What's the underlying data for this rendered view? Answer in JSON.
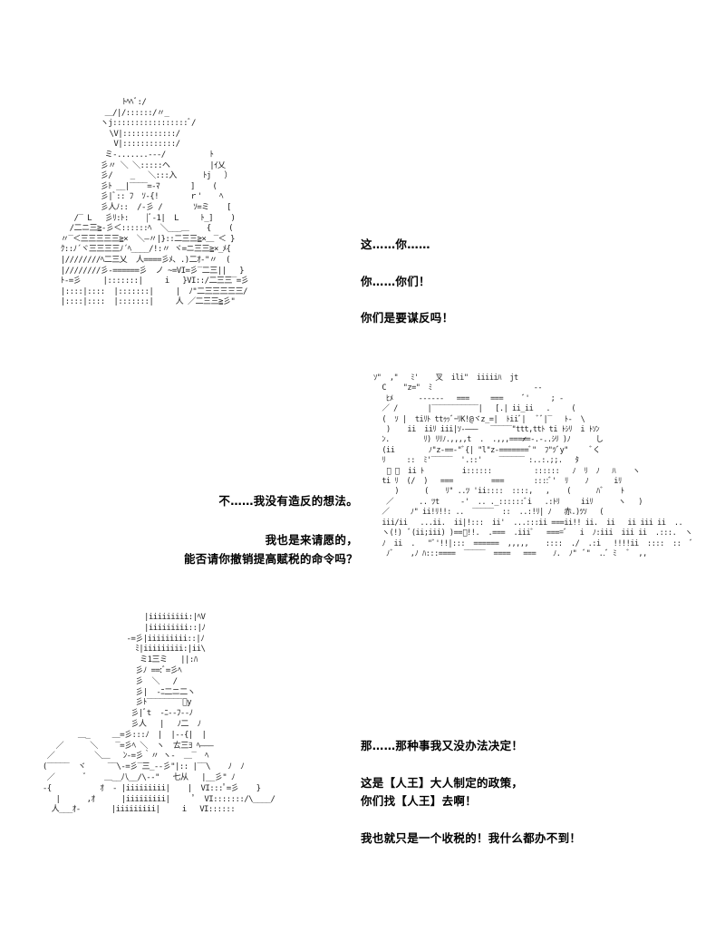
{
  "art": {
    "figure_1": "               ﾄﾍﾍﾞ:/\n           ＿/|/::::::/〃_\n          ヽj:::::::::::::::::ﾞ/\n            \\V|::::::::::::/\n             V|::::::::::::/\n           ミ-.......---/          ﾄ\n          彡〃 ＼ ＼:::::ヘ         |ｲ乂\n          彡/    _   ＼:::入      ﾄj   ）\n          彡ﾄ __|‾‾‾‾=-ﾏ       ]    (\n          彡|ﾞ:: ﾌ  ｿ-{!       ｒ'    ﾍ\n          彡人ﾉ::  /-彡 /       ｿ=ミ    [\n    /‾ L   彡ﾘ:ﾄ:    |ﾞ-1|  L     ﾄ_]    )\n   /二ニ三≧-彡＜::::::ﾍ  ＼___＿    {    (\n 〃‾＜三三三三三≧×  ＼—〃|}::二三三≧×＿‾＜ }\n ｸ::ﾉ´ヾ三三三三ﾉ´ﾍ____/!:〃 ヾ=ニ三三≧×_ﾒ{\n |////////ﾍ二三乂  人====彡ﾒ、.)二ｵ‐\"〃  (\n |////////彡‐======彡  ノ ~=VI=彡‾二三||   }\n ﾄ-=彡     |:::::::|     i   }VI::/二三三‾=彡\n |::::|::::  |:::::::|     |  ﾉ\"二三三三三三/\n |::::|::::  |:::::::|     人 ／二三三≧彡\"",
    "figure_2": "ｿ\"  ,\"   ﾐ'    叉  ili\"  iiiiiﾊ  jt\n  C    \"z=\"  ﾐ                        ‐‐\n   ﾋﾒ      ‐---‐‐   ===     ===     ﾞ'     ; -\n  ／ /       |‾‾‾‾‾‾‾‾‾‾‾|   [.| ii_ii   .     (\n  (  ｿ |  tiﾘﾄ ttｩｯﾞｰﾘK!@ヾz_=|  ﾄiiﾞ|   ﾞﾞ|‾   ﾄ‐  \\\n   )    ii  iiﾘ iii|ｿ‐———   ‾‾‾‾‾\"ttt,ttﾄ ti ﾄｼﾘ  i ﾄｿﾝ\n  ﾝ.        ﾘ) ﾘﾘﾉ.,,,,t  .  .,,,===≠=-.-..ｼﾘ )ﾉ      し\n  (ii        ﾉ\"z-==‐\"ﾞ{| \"l\"z-=======ﾞ\"  ﾌ\"ﾂﾞy\"     ﾞく\n  ﾘ     ::  ﾐ'‾‾‾‾‾  '.::'    ‾‾‾‾‾‾ :..:.;;.   ﾀ\n   ﾞ ､  ii ﾄ         i::::::          ::::::   ﾉ  ﾘ  ﾉ   ﾊ    ヽ\n  ti ﾘ  (/  )   ===         ===       ::::ﾞ'  ﾘ    ﾉ      iﾘ\n     )      (    ﾘ\" ..ﾂ 'ii::::  ::::,   ,    (      ﾊﾞ    ﾄ\n   ／      .. ﾂt     ‐'  .. ._::::::ﾞi   .:ﾄﾘ     iiﾘ      ヽ   )\n  ／     ﾉ\" ii!ﾘ!!: ..  ‾‾‾‾‾  ::  ..:!ﾘ| ﾉ   赤.)ﾂｿ   (\n  iii/ii   ...ii.  ii|!:::  ii'  ...:::ii ===ii!! ii.  ii   ii iii ii  ..\n  ヽ(!)  ﾞ(ii;iii) )==ﾞ!!.  .===  .iiiﾞ   ====ﾞ   i  ﾉ:iii  iii ii  .:::.  ヽ\n  ﾉ  ii  .   \"ﾞ'!!|:::  ======  ,,,,,    ::::  ./  .:i   !!!!ii  ::::  ::  ﾞ\n   ﾉﾞ    ,ﾉ ﾊ:::====  ‾‾‾‾‾  ====   ===    ﾉ.  ﾉ\"  ﾞ\"  ..ﾞ ﾐ   ﾞ  ,,",
    "figure_3": "                        |iiiiiiiii:|ﾍV\n                        |iiiiiiiii::|ﾉ\n                    ‐=彡|iiiiiiiii::|ﾉ\n                      ﾐ|iiiiiiiii:|ii\\\n                       ミ1三ミ   ||:ﾊ\n                      彡ﾉ ==:ﾞ=彡ﾍ\n                      彡  ＼   /\n                      彡|  ‐ﾆ二ニ二ヽ\n                      彡ﾄ‾‾‾‾‾‾‾‾ﾞy\n                     彡|ﾞt  ‐ﾆ--ﾌ‐‐ﾉ\n                     彡人   |   ﾉ二  ﾉ\n         ＿_     ＿=彡:::ﾉ  |  |‐‐{|  |\n    ／      ＼    ‾=彡ﾍ ＼  ヽ  ㄊ三ﾖ ﾍ———\n  ／         ＼＿   ﾝ‐=彡｀〃 ヽ‐  ＿‾  ﾍ\n (‾‾‾‾‾  ヾ     ‾‾\\‐=彡‾三_‐‐彡\"|:: |‾‾\\    ﾉ  ﾉ\n  ／       ﾞ    ＿__八__/\\‐‐\"   七从   |__彡\" ﾉ\n ‐{           ｵ  ‐ |iiiiiiiii|    |  VI:::ﾟ=彡    }\n    |      ,ｵ      |iiiiiiiii|     ﾟ  VI:::::::/\\____/\n   人___ｵ‐       |iiiiiiiii|     i   VI::::::"
  },
  "dialogue": {
    "part1": [
      "这……你……",
      "你……你们！",
      "你们是要谋反吗！"
    ],
    "part2": [
      "不……我没有造反的想法。",
      "我也是来请愿的，",
      "能否请你撤销提高赋税的命令吗？"
    ],
    "part3": [
      "那……那种事我又没办法决定！",
      "这是【人王】大人制定的政策，",
      "你们找【人王】去啊！",
      "我也就只是一个收税的！我什么都办不到！"
    ]
  }
}
